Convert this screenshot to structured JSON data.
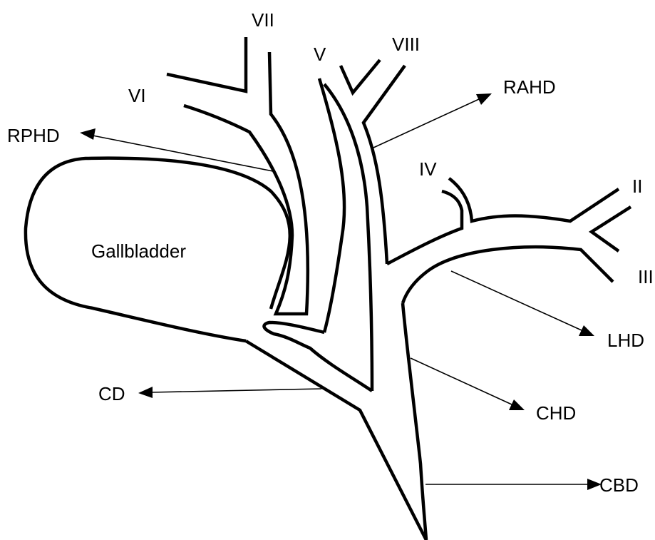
{
  "labels": {
    "segment_vii": "VII",
    "segment_vi": "VI",
    "segment_v": "V",
    "segment_viii": "VIII",
    "segment_iv": "IV",
    "segment_ii": "II",
    "segment_iii": "III",
    "gallbladder": "Gallbladder",
    "rphd": "RPHD",
    "rahd": "RAHD",
    "lhd": "LHD",
    "cd": "CD",
    "chd": "CHD",
    "cbd": "CBD"
  },
  "colors": {
    "line": "#000000",
    "background": "#ffffff"
  }
}
